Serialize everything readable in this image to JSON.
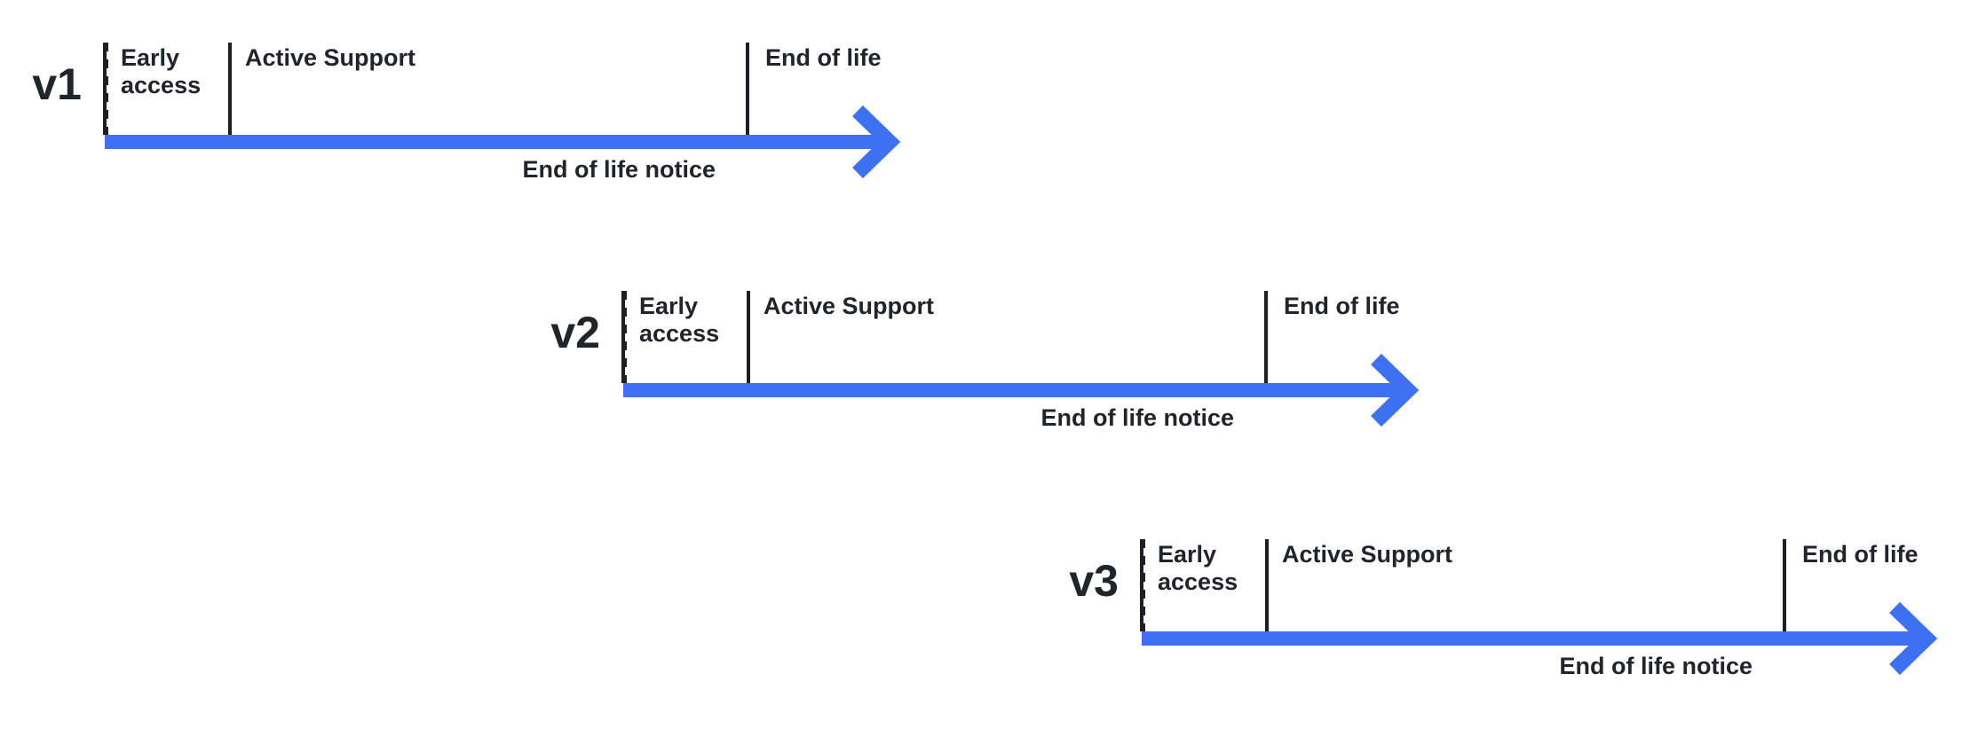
{
  "diagram": {
    "type": "version-lifecycle-timelines",
    "colors": {
      "arrow": "#3E70F4",
      "text": "#20242B",
      "tick": "#1C1E22",
      "background": "#FFFFFF"
    },
    "timelines": [
      {
        "version": "v1",
        "phases": {
          "early_access": "Early access",
          "active_support": "Active Support",
          "end_of_life": "End of life",
          "end_of_life_notice": "End of life notice"
        }
      },
      {
        "version": "v2",
        "phases": {
          "early_access": "Early access",
          "active_support": "Active Support",
          "end_of_life": "End of life",
          "end_of_life_notice": "End of life notice"
        }
      },
      {
        "version": "v3",
        "phases": {
          "early_access": "Early access",
          "active_support": "Active Support",
          "end_of_life": "End of life",
          "end_of_life_notice": "End of life notice"
        }
      }
    ]
  }
}
